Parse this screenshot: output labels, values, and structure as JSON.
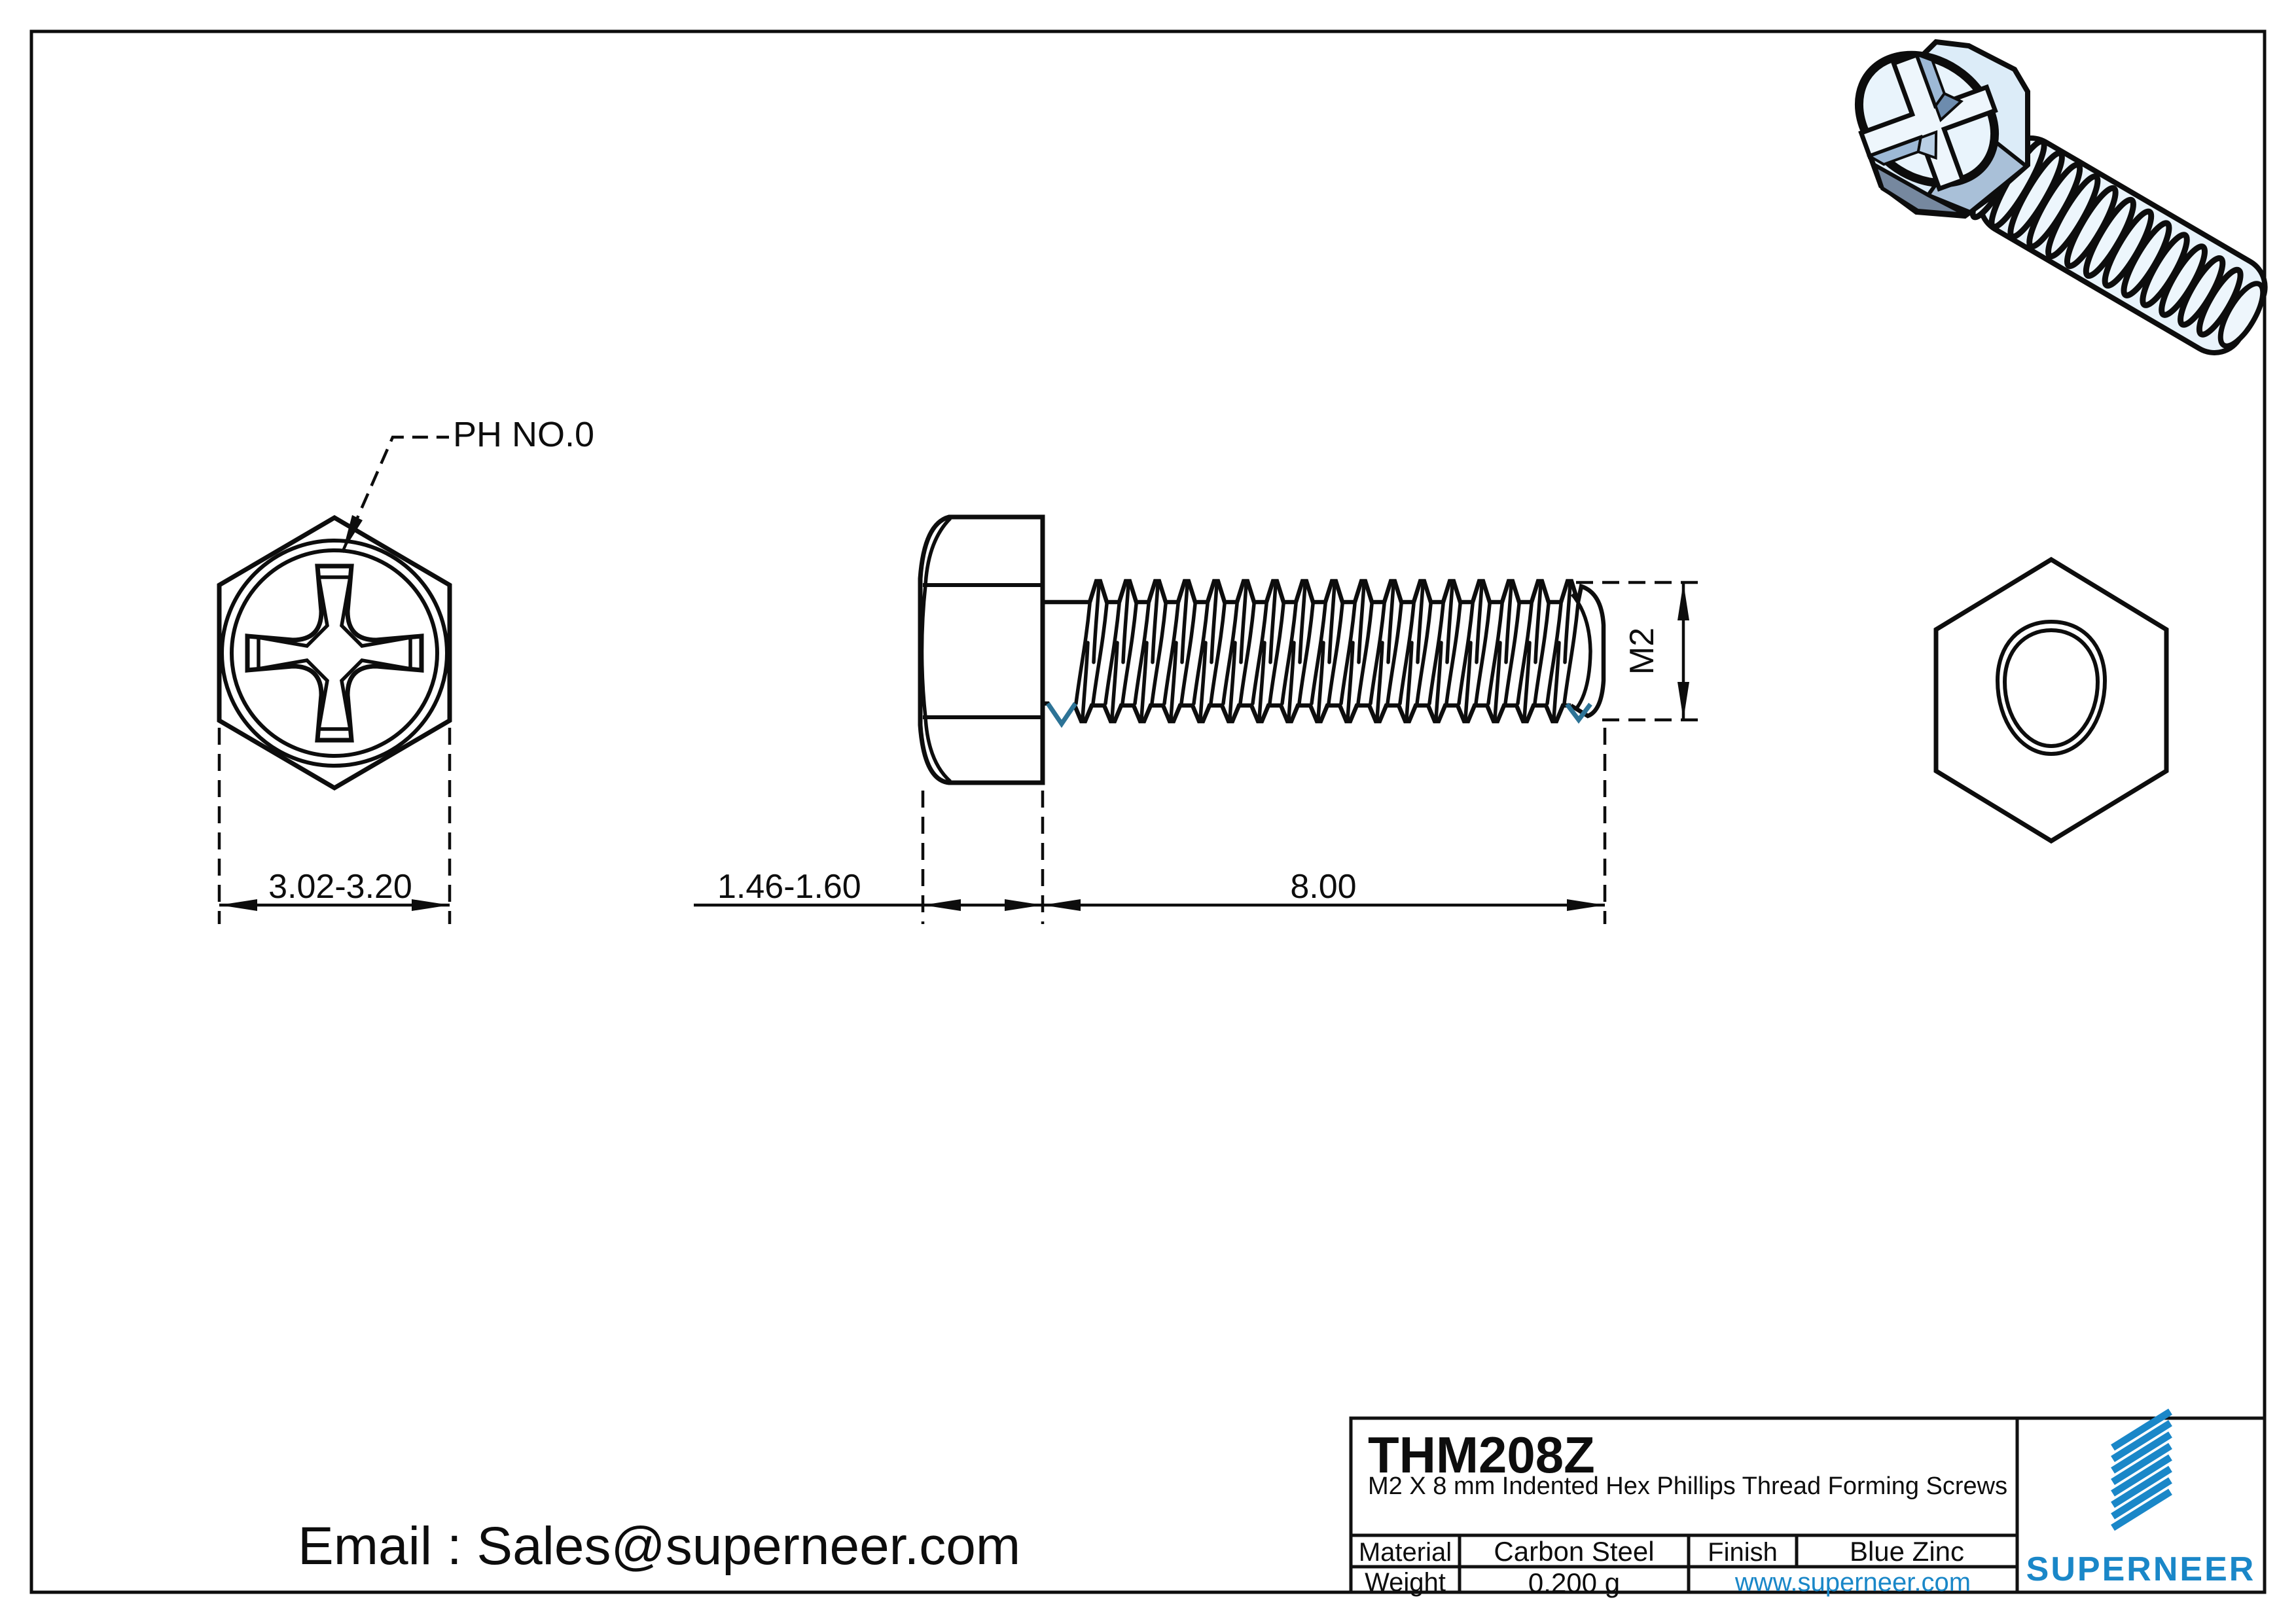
{
  "sheet": {
    "email": "Email : Sales@superneer.com"
  },
  "views": {
    "front": {
      "recess_label": "PH NO.0",
      "across_flats_dim": "3.02-3.20"
    },
    "side": {
      "head_height_dim": "1.46-1.60",
      "thread_length_dim": "8.00",
      "thread_diameter_dim": "M2"
    }
  },
  "title_block": {
    "part_number": "THM208Z",
    "description": "M2 X 8 mm Indented Hex Phillips Thread Forming Screws",
    "material_label": "Material",
    "material": "Carbon Steel",
    "finish_label": "Finish",
    "finish": "Blue Zinc",
    "weight_label": "Weight",
    "weight": "0.200 g",
    "website": "www.superneer.com",
    "brand": "SUPERNEER"
  },
  "colors": {
    "line_black": "#0d0d0d",
    "brand_blue": "#1a87c8",
    "link_blue": "#1a87c8",
    "thread_runout_mark_blue": "#2d7396",
    "preview_face_light": "#e9f4fc",
    "preview_face_mid": "#a9c0d8",
    "preview_face_dark": "#76889f"
  }
}
